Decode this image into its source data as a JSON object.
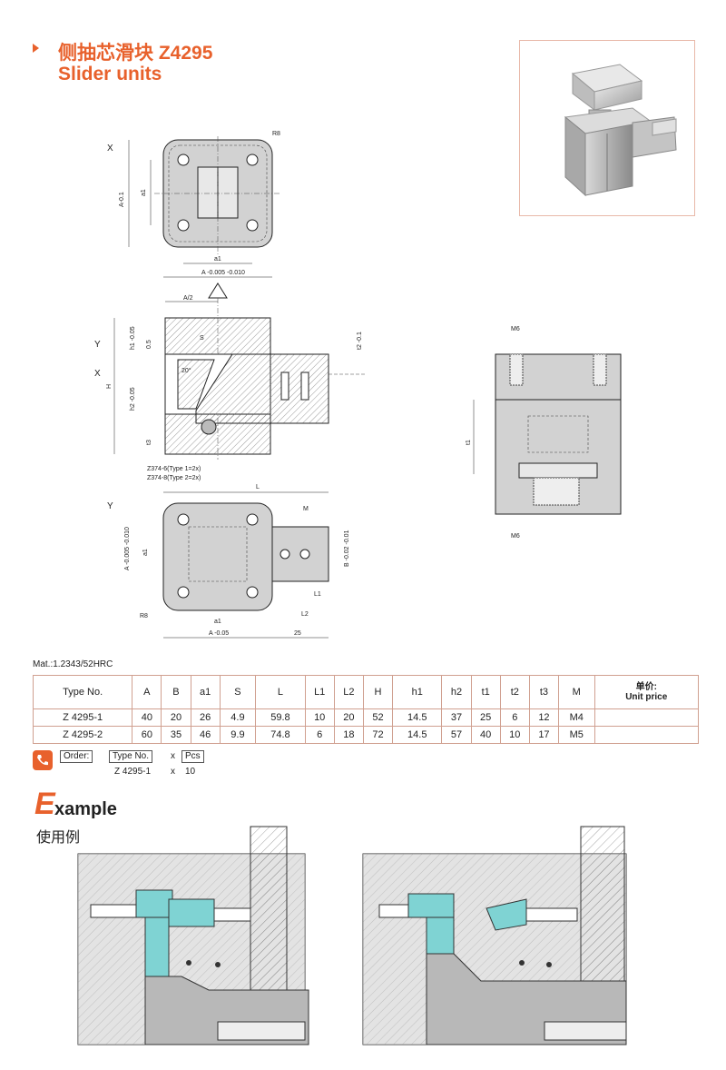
{
  "title": {
    "zh": "侧抽芯滑块 Z4295",
    "en": "Slider units"
  },
  "drawing_labels": {
    "view_x": "X",
    "view_y": "Y",
    "r8": "R8",
    "a1": "a1",
    "a_tol": "A-0.1",
    "a_bottom": "A -0.005 -0.010",
    "a_half": "A/2",
    "h1": "h1 -0.05",
    "h2": "h2 -0.05",
    "h": "H",
    "t3": "t3",
    "s": "S",
    "dim_05": "0.5",
    "dim_20": "20°",
    "t2": "t2 -0.1",
    "z374_1": "Z374-6(Type 1=2x)",
    "z374_2": "Z374-8(Type 2=2x)",
    "l": "L",
    "m": "M",
    "a_side": "A -0.005 -0.010",
    "b_side": "B -0.02 -0.01",
    "l1": "L1",
    "l2": "L2",
    "a_05": "A -0.05",
    "dim_25": "25",
    "m6_top": "M6",
    "m6_bottom": "M6",
    "t1": "t1"
  },
  "material": "Mat.:1.2343/52HRC",
  "table": {
    "headers": [
      "Type No.",
      "A",
      "B",
      "a1",
      "S",
      "L",
      "L1",
      "L2",
      "H",
      "h1",
      "h2",
      "t1",
      "t2",
      "t3",
      "M"
    ],
    "price_zh": "单价:",
    "price_en": "Unit price",
    "rows": [
      [
        "Z 4295-1",
        "40",
        "20",
        "26",
        "4.9",
        "59.8",
        "10",
        "20",
        "52",
        "14.5",
        "37",
        "25",
        "6",
        "12",
        "M4"
      ],
      [
        "Z 4295-2",
        "60",
        "35",
        "46",
        "9.9",
        "74.8",
        "6",
        "18",
        "72",
        "14.5",
        "57",
        "40",
        "10",
        "17",
        "M5"
      ]
    ]
  },
  "order": {
    "label": "Order:",
    "type_no": "Type No.",
    "x1": "x",
    "pcs": "Pcs",
    "example_type": "Z 4295-1",
    "x2": "x",
    "qty": "10"
  },
  "example": {
    "big_letter": "E",
    "rest": "xample",
    "zh": "使用例"
  },
  "colors": {
    "accent": "#e8612c",
    "cyan": "#7fd3d3",
    "grey": "#c8c8c8"
  }
}
